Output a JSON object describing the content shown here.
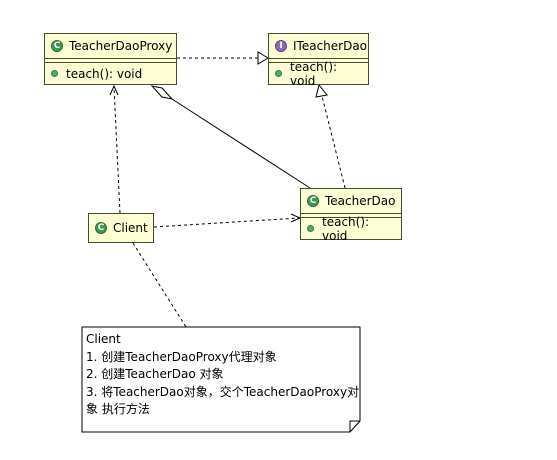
{
  "classes": {
    "proxy": {
      "icon": "C",
      "name": "TeacherDaoProxy",
      "method": "teach(): void"
    },
    "iface": {
      "icon": "I",
      "name": "ITeacherDao",
      "method": "teach(): void"
    },
    "impl": {
      "icon": "C",
      "name": "TeacherDao",
      "method": "teach(): void"
    },
    "client": {
      "icon": "C",
      "name": "Client"
    }
  },
  "note": {
    "lines": [
      "Client",
      "1. 创建TeacherDaoProxy代理对象",
      "2. 创建TeacherDao 对象",
      "3. 将TeacherDao对象，交个TeacherDaoProxy对",
      "象 执行方法"
    ]
  },
  "colors": {
    "class_fill": "#fefed4",
    "border": "#4a4a30",
    "class_icon": "#3c9a4f",
    "interface_icon": "#8c6bb8",
    "line": "#000000"
  }
}
